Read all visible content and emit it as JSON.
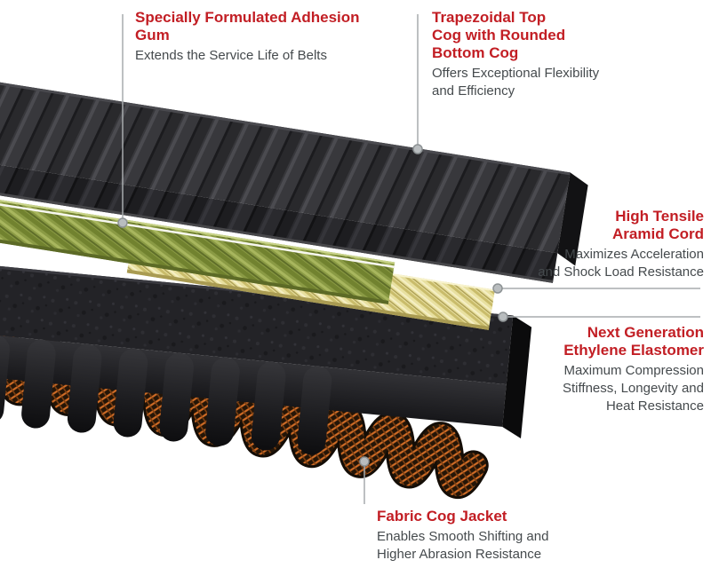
{
  "diagram": {
    "callouts": [
      {
        "id": "adhesion-gum",
        "title": "Specially Formulated Adhesion\nGum",
        "body": "Extends the Service Life of Belts"
      },
      {
        "id": "top-cog",
        "title": "Trapezoidal Top\nCog with Rounded\nBottom Cog",
        "body": "Offers Exceptional Flexibility\nand Efficiency"
      },
      {
        "id": "aramid-cord",
        "title": "High Tensile\nAramid Cord",
        "body": "Maximizes Acceleration\nand Shock Load Resistance"
      },
      {
        "id": "elastomer",
        "title": "Next Generation\nEthylene Elastomer",
        "body": "Maximum Compression\nStiffness, Longevity and\nHeat Resistance"
      },
      {
        "id": "fabric-jacket",
        "title": "Fabric Cog Jacket",
        "body": "Enables Smooth Shifting and\nHigher Abrasion Resistance"
      }
    ],
    "colors": {
      "accent_red": "#c21e24",
      "body_text": "#454a4d",
      "leader_gray": "#a7abad",
      "gum_green": "#8a9a44",
      "aramid_yellow": "#e8e0a0",
      "jacket_orange": "#d06c26",
      "rubber_dark": "#232327"
    }
  }
}
